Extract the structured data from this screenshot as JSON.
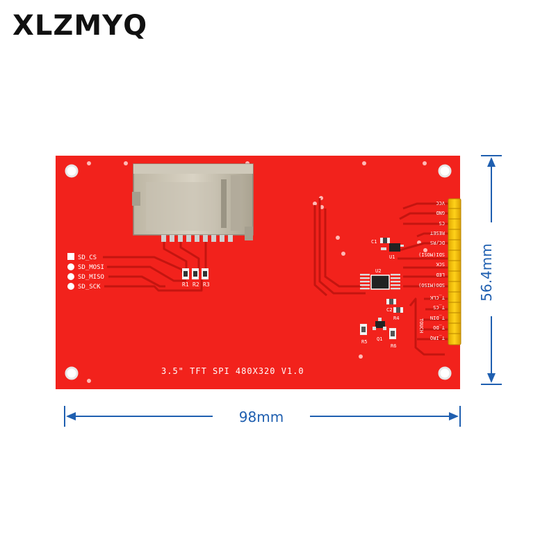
{
  "brand": "XLZMYQ",
  "board": {
    "title": "3.5\" TFT SPI 480X320 V1.0",
    "sd_labels": [
      "SD_CS",
      "SD_MOSI",
      "SD_MISO",
      "SD_SCK"
    ],
    "resistors": [
      "R1",
      "R2",
      "R3"
    ],
    "header_pins": [
      "VCC",
      "GND",
      "CS",
      "RESET",
      "DC/RS",
      "SDI(MOSI)",
      "SCK",
      "LED",
      "SDO(MISO)",
      "T_CLK",
      "T_CS",
      "T_DIN",
      "T_DO",
      "T_IRQ"
    ],
    "touch_label": "TOUCH",
    "components": [
      "C1",
      "U1",
      "U2",
      "C2",
      "R4",
      "R5",
      "R6",
      "Q1"
    ]
  },
  "dimensions": {
    "width": "98mm",
    "height": "56.4mm"
  },
  "colors": {
    "pcb": "#f2221c",
    "pcb_dark": "#d81812",
    "trace": "#c41510",
    "header": "#f5c400",
    "dimension": "#1f5fb0"
  }
}
